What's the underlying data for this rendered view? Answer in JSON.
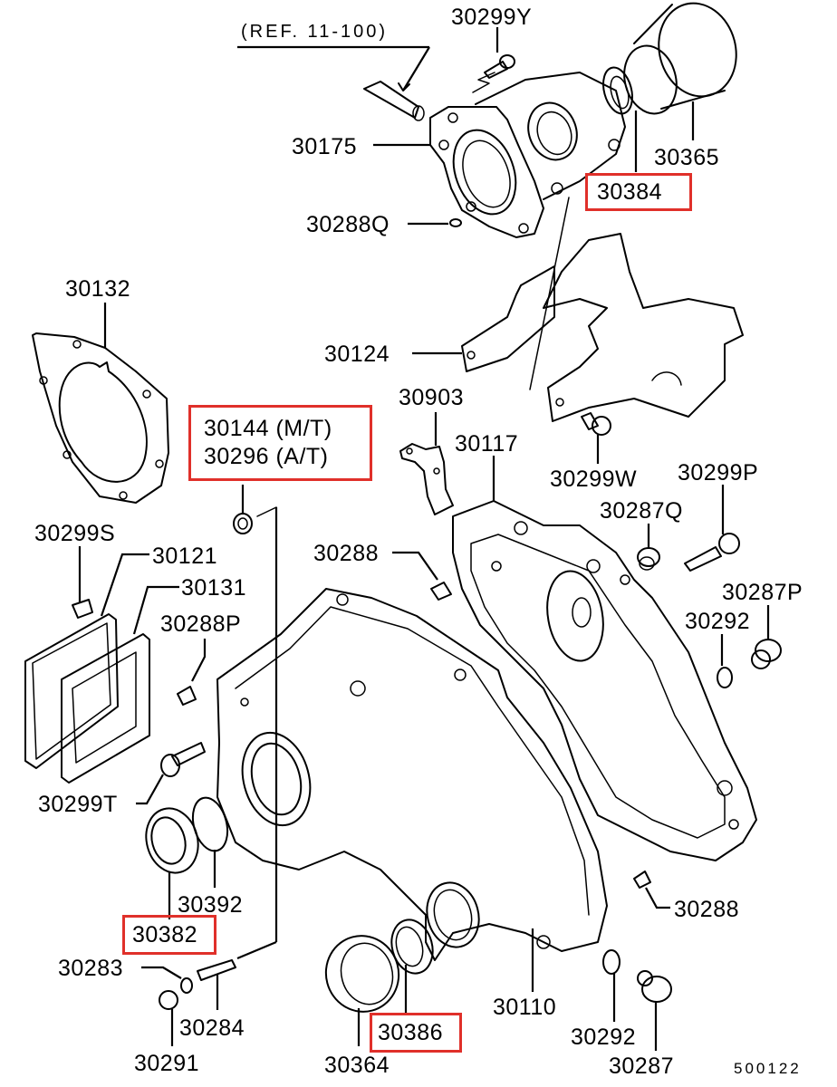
{
  "diagram": {
    "type": "exploded-parts-diagram",
    "reference_note": "(REF. 11-100)",
    "diagram_code": "500122",
    "highlight_color": "#e0302a",
    "parts": {
      "p30299Y": "30299Y",
      "p30175": "30175",
      "p30365": "30365",
      "p30384": "30384",
      "p30288Q": "30288Q",
      "p30132": "30132",
      "p30124": "30124",
      "p30144": "30144 (M/T)",
      "p30296": "30296 (A/T)",
      "p30903": "30903",
      "p30117": "30117",
      "p30299W": "30299W",
      "p30299P": "30299P",
      "p30287Q": "30287Q",
      "p30299S": "30299S",
      "p30121": "30121",
      "p30131": "30131",
      "p30288": "30288",
      "p30287P": "30287P",
      "p30292a": "30292",
      "p30288P": "30288P",
      "p30299T": "30299T",
      "p30392": "30392",
      "p30382": "30382",
      "p30283": "30283",
      "p30284": "30284",
      "p30291": "30291",
      "p30288b": "30288",
      "p30110": "30110",
      "p30386": "30386",
      "p30364": "30364",
      "p30292b": "30292",
      "p30287": "30287"
    },
    "highlighted_parts": [
      "30384",
      "30144 (M/T)",
      "30296 (A/T)",
      "30382",
      "30386"
    ]
  }
}
